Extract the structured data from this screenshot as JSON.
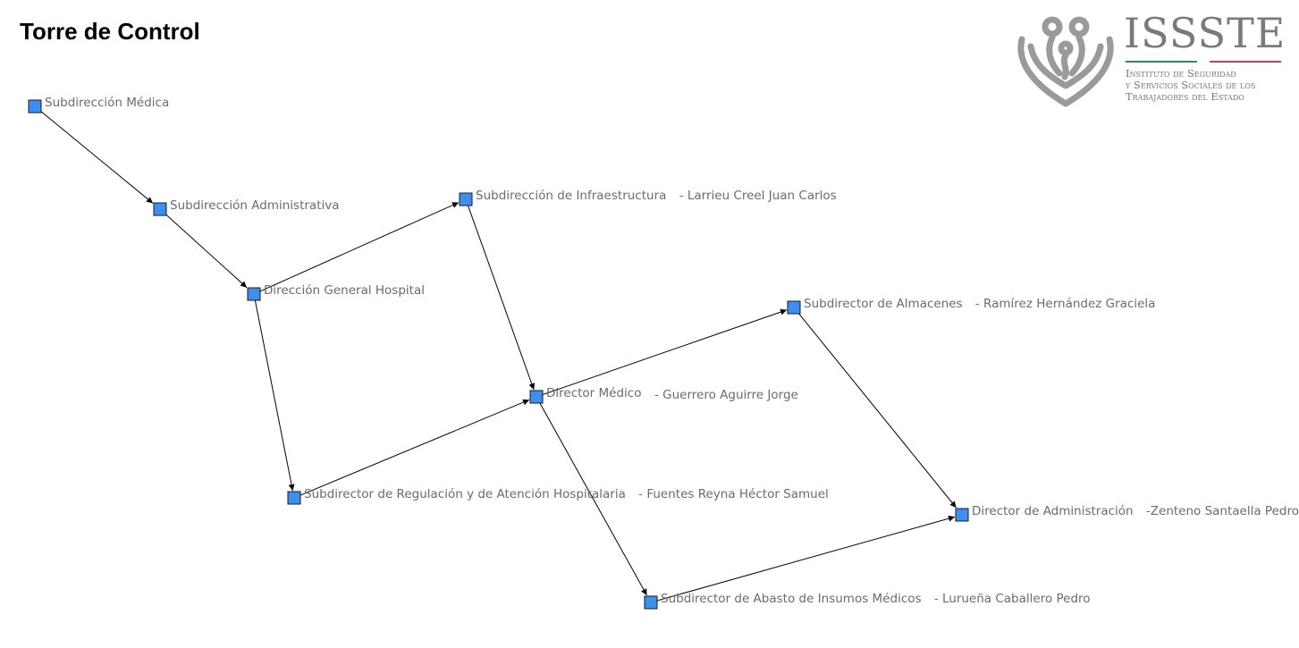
{
  "title": "Torre de Control",
  "logo": {
    "name": "ISSSTE",
    "subtitle_lines": [
      "Instituto de Seguridad",
      "y Servicios Sociales de los",
      "Trabajadores del Estado"
    ]
  },
  "colors": {
    "node_fill": "#3d8fef",
    "node_stroke": "#1a1a1a",
    "edge": "#000000",
    "label": "#6b6b6b"
  },
  "nodes": [
    {
      "id": "n1",
      "label": "Subdirección Médica",
      "person": ""
    },
    {
      "id": "n2",
      "label": "Subdirección Administrativa",
      "person": ""
    },
    {
      "id": "n3",
      "label": "Dirección General Hospital",
      "person": ""
    },
    {
      "id": "n4",
      "label": "Subdirección de Infraestructura ",
      "person": "- Larrieu Creel Juan Carlos"
    },
    {
      "id": "n5",
      "label": "Director Médico ",
      "person": "- Guerrero Aguirre Jorge"
    },
    {
      "id": "n6",
      "label": "Subdirector de Almacenes ",
      "person": "- Ramírez Hernández Graciela"
    },
    {
      "id": "n7",
      "label": "Subdirector de Regulación y de Atención Hospitalaria ",
      "person": "- Fuentes Reyna Héctor Samuel"
    },
    {
      "id": "n8",
      "label": "Director de Administración ",
      "person": "-Zenteno Santaella Pedro"
    },
    {
      "id": "n9",
      "label": "Subdirector de Abasto de Insumos Médicos ",
      "person": "- Lurueña Caballero Pedro"
    }
  ],
  "edges": [
    [
      "n1",
      "n2"
    ],
    [
      "n2",
      "n3"
    ],
    [
      "n3",
      "n4"
    ],
    [
      "n3",
      "n7"
    ],
    [
      "n4",
      "n5"
    ],
    [
      "n7",
      "n5"
    ],
    [
      "n5",
      "n6"
    ],
    [
      "n5",
      "n9"
    ],
    [
      "n6",
      "n8"
    ],
    [
      "n9",
      "n8"
    ]
  ]
}
